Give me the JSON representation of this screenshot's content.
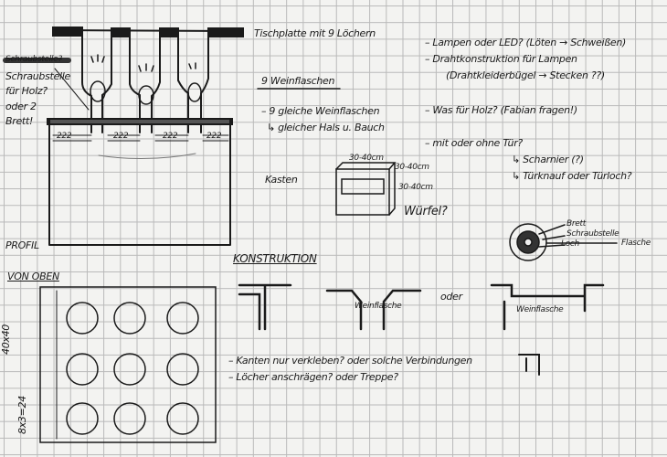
{
  "top_view": {
    "tabletop_label": "Tischplatte mit 9 Löchern",
    "side_note_crossed": "Schraubstelle?",
    "side_note": [
      "Schraubstelle",
      "für Holz?",
      "oder 2",
      "Brett!"
    ],
    "wire_marks": [
      "222",
      "222",
      "222",
      "222"
    ]
  },
  "bottles": {
    "heading": "9 Weinflaschen",
    "line1": "– 9 gleiche Weinflaschen",
    "line2": "↳ gleicher Hals u. Bauch"
  },
  "box": {
    "label": "Kasten",
    "dims": [
      "30-40cm",
      "30-40cm",
      "30-40cm"
    ],
    "cube_note": "Würfel?"
  },
  "questions": [
    "– Lampen oder LED? (Löten → Schweißen)",
    "– Drahtkonstruktion für Lampen",
    "(Drahtkleiderbügel → Stecken ??)",
    "– Was für Holz? (Fabian fragen!)",
    "– mit oder ohne Tür?",
    "↳ Scharnier (?)",
    "↳ Türknauf oder Türloch?"
  ],
  "detail": {
    "brett": "Brett",
    "schraub": "Schraubstelle",
    "loch": "Loch",
    "flasche": "Flasche"
  },
  "profil": "PROFIL",
  "plan": {
    "title": "VON OBEN",
    "dim1": "40x40",
    "dim2": "8x3=24"
  },
  "construction": {
    "title": "KONSTRUKTION",
    "label1": "Weinflasche",
    "or": "oder",
    "label2": "Weinflasche",
    "q1": "– Kanten nur verkleben? oder solche Verbindungen",
    "q2": "– Löcher anschrägen? oder Treppe?"
  }
}
